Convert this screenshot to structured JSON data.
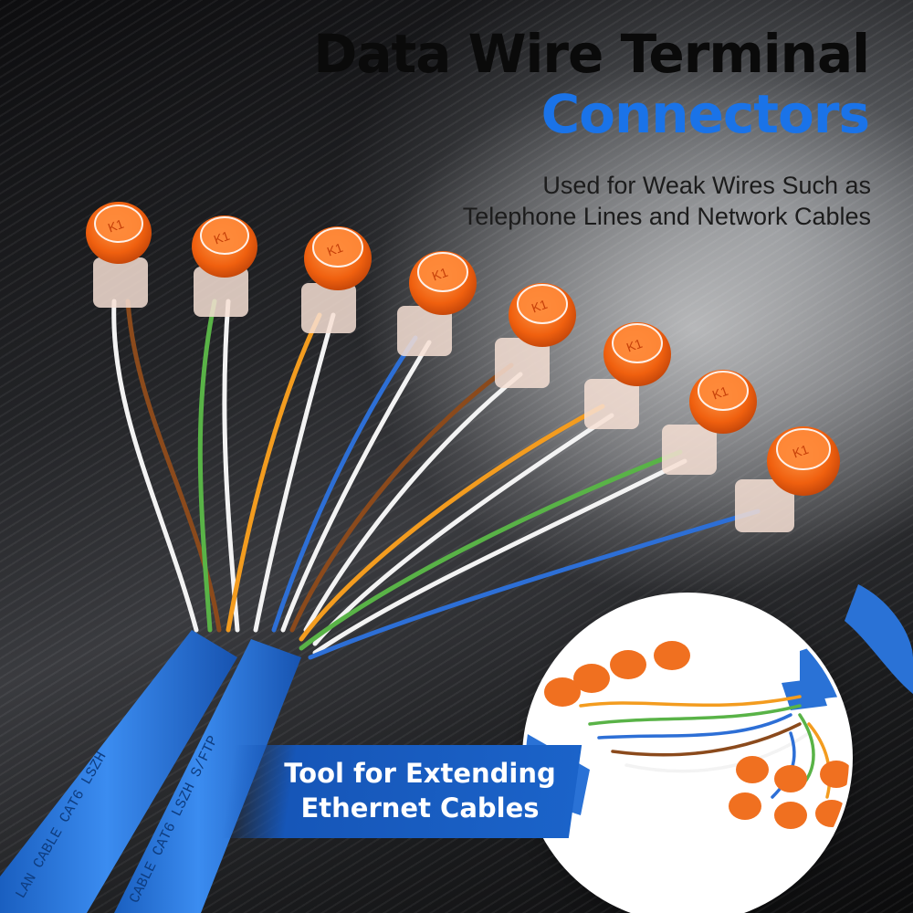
{
  "header": {
    "title_line1": "Data Wire Terminal",
    "title_line2": "Connectors",
    "subtitle_line1": "Used for Weak Wires Such as",
    "subtitle_line2": "Telephone Lines and Network Cables"
  },
  "banner": {
    "line1": "Tool for Extending",
    "line2": "Ethernet Cables"
  },
  "connector_marking": "K1",
  "cable_printing": {
    "left": "LAN CABLE CAT6 LSZH",
    "right": "CABLE CAT6 LSZH S/FTP"
  },
  "colors": {
    "title_black": "#0a0a0a",
    "title_blue": "#1a73e8",
    "banner_blue": "#1b63c9",
    "cable_blue": "#2f7de0",
    "connector_orange": "#f26a1b"
  },
  "connector_count": 8,
  "inset_connector_count": 10
}
